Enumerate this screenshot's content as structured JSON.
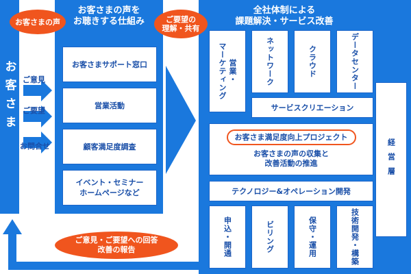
{
  "customer": {
    "label": "お客さま"
  },
  "left_pill": "お客さまの声",
  "input_arrows": [
    {
      "label": "ご意見"
    },
    {
      "label": "ご要望"
    },
    {
      "label": "お問合せ"
    }
  ],
  "listen": {
    "title": "お客さまの声を\nお聴きする仕組み",
    "items": [
      "お客さまサポート窓口",
      "営業活動",
      "顧客満足度調査",
      "イベント・セミナー\nホームページなど"
    ]
  },
  "middle_pill": "ご要望の\n理解・共有",
  "company": {
    "title": "全社体制による\n課題解決・サービス改善",
    "top_columns": [
      "営業・\nマーケティング",
      "ネットワーク",
      "クラウド",
      "データセンター"
    ],
    "service_creation": "サービスクリエーション",
    "project_label": "お客さま満足度向上プロジェクト",
    "project_desc": "お客さまの声の収集と\n改善活動の推進",
    "tech_ops": "テクノロジー&オペレーション開発",
    "bottom_columns": [
      "申込・開通",
      "ビリング",
      "保守・運用",
      "技術開発・構築"
    ],
    "management": "経営層"
  },
  "bottom_pill": "ご意見・ご要望への回答\n改善の報告",
  "colors": {
    "panel_blue": "#1a78dd",
    "accent_orange": "#f0551e",
    "text_blue": "#1a4fa8"
  }
}
